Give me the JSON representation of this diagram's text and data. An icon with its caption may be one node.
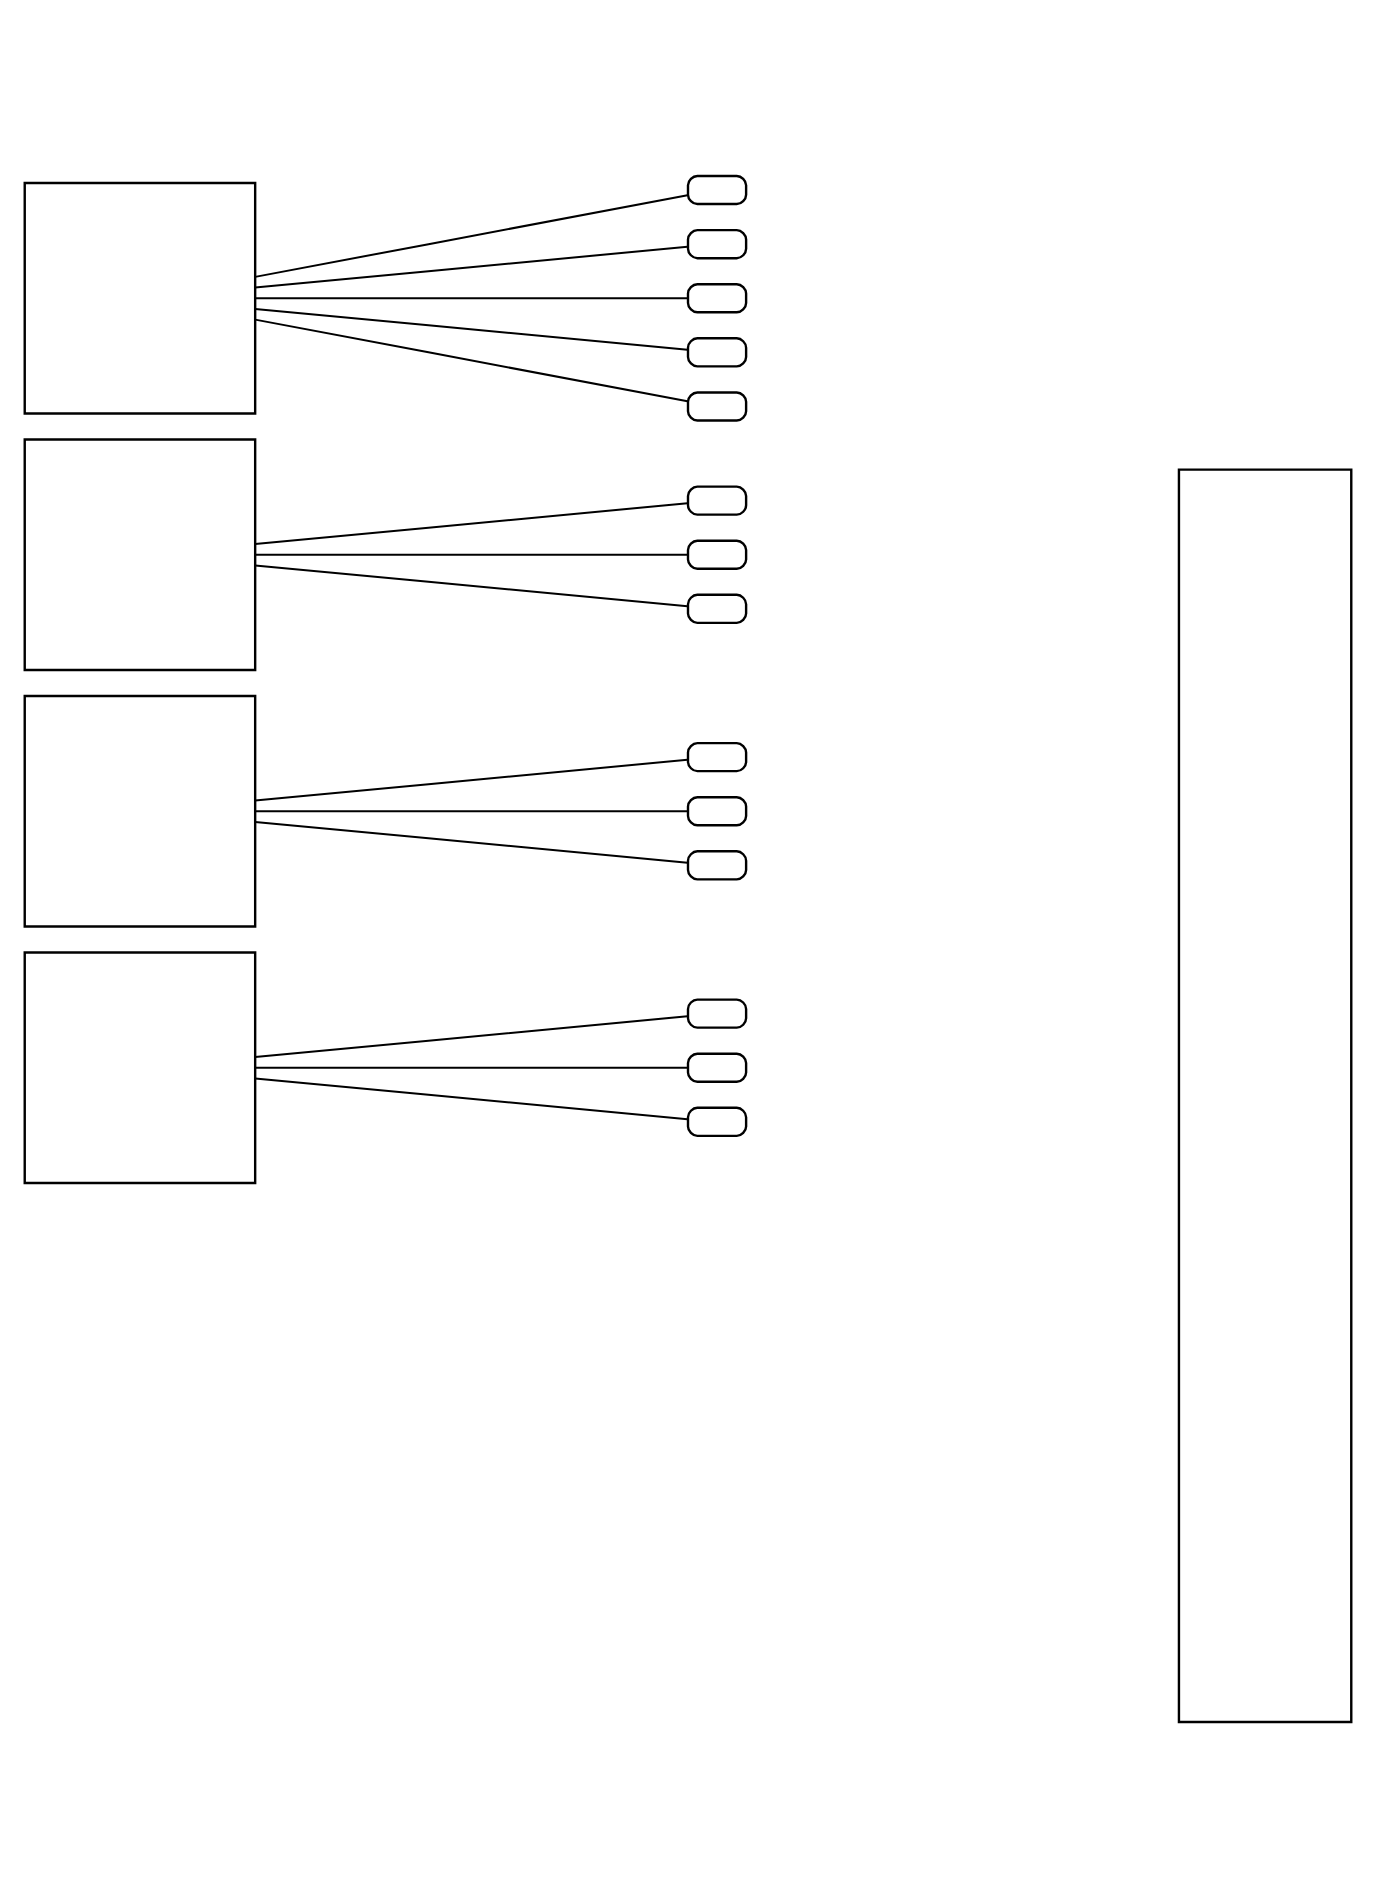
{
  "diagram": {
    "nodes": [
      {
        "text": [],
        "shape": "box"
      },
      {
        "text": [],
        "shape": "box"
      },
      {
        "text": [],
        "shape": "box"
      },
      {
        "text": [],
        "shape": "box"
      },
      {
        "text": [],
        "shape": "pill"
      },
      {
        "text": [],
        "shape": "pill"
      },
      {
        "text": [],
        "shape": "pill"
      },
      {
        "text": [],
        "shape": "pill"
      },
      {
        "text": [],
        "shape": "pill"
      },
      {
        "text": [],
        "shape": "pill"
      },
      {
        "text": [],
        "shape": "pill"
      },
      {
        "text": [],
        "shape": "pill"
      },
      {
        "text": [],
        "shape": "pill"
      },
      {
        "text": [],
        "shape": "pill"
      },
      {
        "text": [],
        "shape": "pill"
      },
      {
        "text": [],
        "shape": "pill"
      },
      {
        "text": [],
        "shape": "pill"
      },
      {
        "text": [],
        "shape": "pill"
      },
      {
        "text": [],
        "shape": "bar"
      }
    ],
    "edges": [
      {
        "from": 0,
        "to": 4,
        "arrow": "none"
      },
      {
        "from": 0,
        "to": 5,
        "arrow": "none"
      },
      {
        "from": 0,
        "to": 6,
        "arrow": "none"
      },
      {
        "from": 0,
        "to": 7,
        "arrow": "none"
      },
      {
        "from": 0,
        "to": 8,
        "arrow": "none"
      },
      {
        "from": 1,
        "to": 9,
        "arrow": "none"
      },
      {
        "from": 1,
        "to": 10,
        "arrow": "none"
      },
      {
        "from": 1,
        "to": 11,
        "arrow": "none"
      },
      {
        "from": 2,
        "to": 12,
        "arrow": "none"
      },
      {
        "from": 2,
        "to": 13,
        "arrow": "none"
      },
      {
        "from": 2,
        "to": 14,
        "arrow": "none"
      },
      {
        "from": 3,
        "to": 15,
        "arrow": "none"
      },
      {
        "from": 3,
        "to": 16,
        "arrow": "none"
      },
      {
        "from": 3,
        "to": 17,
        "arrow": "none"
      }
    ]
  }
}
